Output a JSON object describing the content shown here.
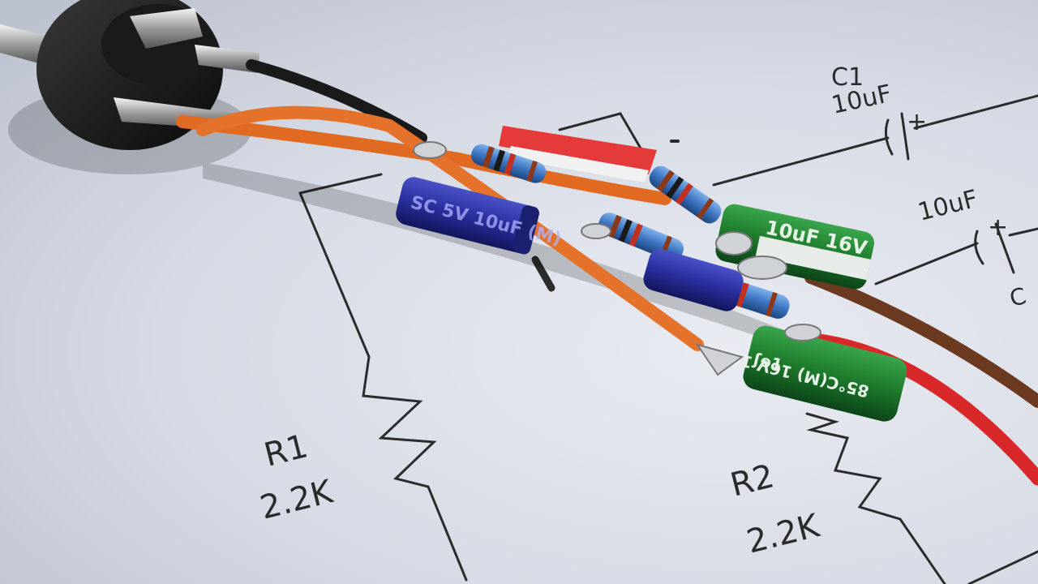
{
  "schematic": {
    "labels": {
      "c1_name": "C1",
      "c1_value": "10uF",
      "c_plus": "+",
      "c2_value": "10uF",
      "c2_plus": "+",
      "c2_name_partial": "C",
      "r1_name": "R1",
      "r1_value": "2.2K",
      "r2_name": "R2",
      "r2_value": "2.2K"
    }
  },
  "components": {
    "cap_blue_left_text": "SC 5V 10uF (M)",
    "cap_green_top_text": "10uF 16V",
    "cap_green_bottom_text": "85°C(M) 16V 10uF",
    "cap_green_bottom_side": "ʃɘ1"
  },
  "colors": {
    "paper": "#dde1ea",
    "wire_orange": "#e06a22",
    "wire_red": "#d8282a",
    "wire_brown": "#6b3a20",
    "wire_black": "#1a1a1a",
    "cap_blue": "#2a2fa0",
    "cap_green": "#1f7a2e",
    "resistor_body": "#3f78c4"
  }
}
